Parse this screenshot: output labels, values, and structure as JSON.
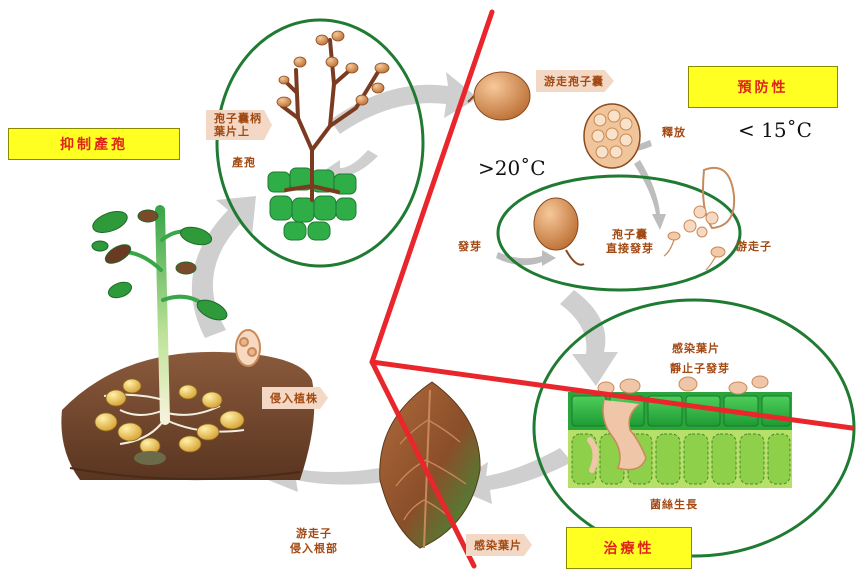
{
  "boxes": {
    "suppress_sporulation": "抑制產孢",
    "preventive": "預防性",
    "curative": "治療性"
  },
  "temps": {
    "low": "< 15˚C",
    "high": ">20˚C"
  },
  "stages": {
    "sporangiophore_line1": "孢子囊柄",
    "sporangiophore_line2": "葉片上",
    "sporulation": "產孢",
    "swimming_sporangium": "游走孢子囊",
    "release": "釋放",
    "germination": "發芽",
    "direct_germ_line1": "孢子囊",
    "direct_germ_line2": "直接發芽",
    "zoospore": "游走子",
    "infected_leaf_top": "感染葉片",
    "cyst_germination": "靜止子發芽",
    "hyphal_growth": "菌絲生長",
    "infected_leaf_bottom": "感染葉片",
    "invade_plant": "侵入植株",
    "zoospore_root_line1": "游走子",
    "zoospore_root_line2": "侵入根部"
  },
  "colors": {
    "ellipse": "#1f7a32",
    "red_line": "#e8262b",
    "arrow": "#c8c8c8",
    "label_text": "#a34a14",
    "box_fill": "#ffff22",
    "box_text": "#e0251b"
  }
}
